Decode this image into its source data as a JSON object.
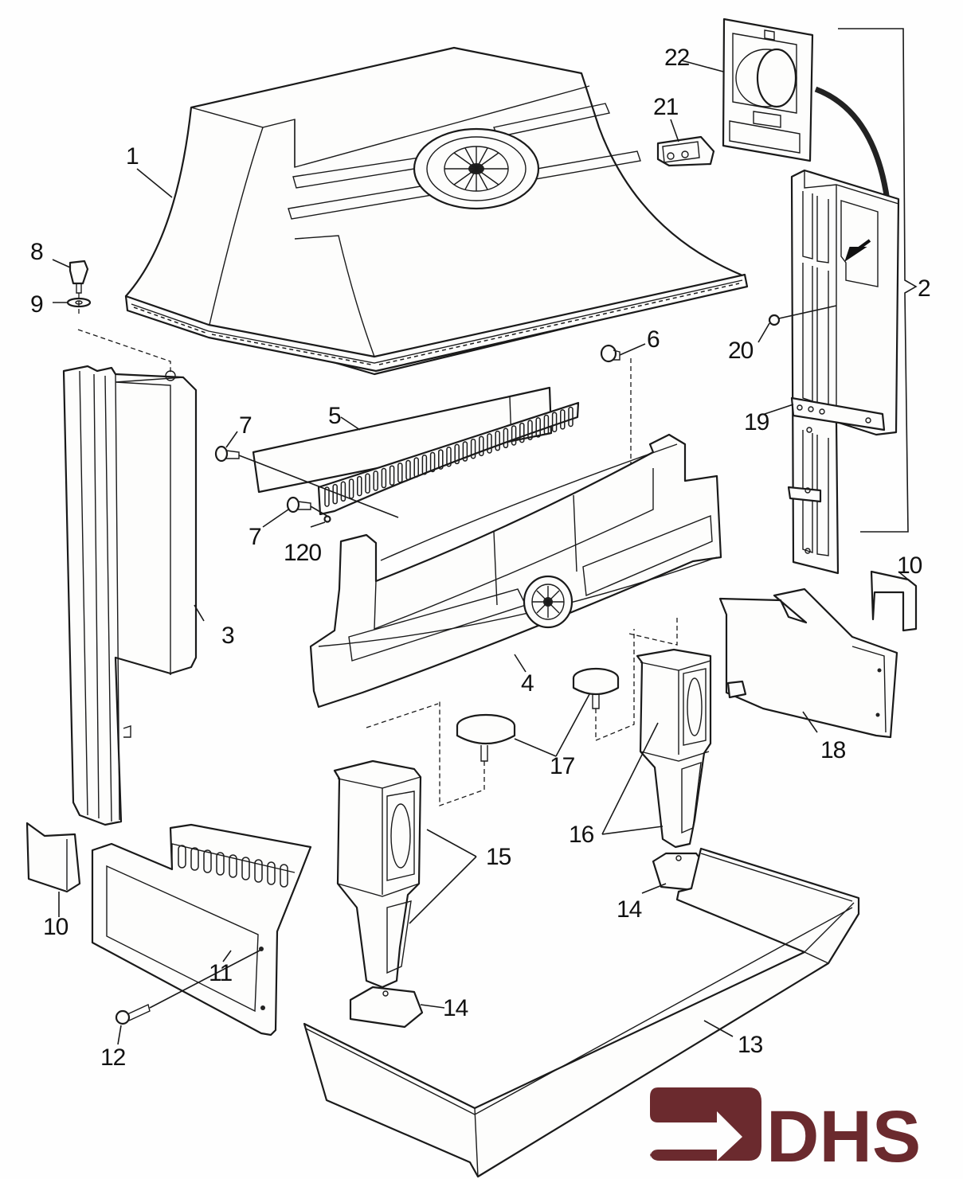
{
  "diagram": {
    "title": "Exploded parts diagram — electric fire surround assembly",
    "logo": {
      "text": "DHS",
      "color": "#6b2a2e",
      "icon": "arrow-right-icon"
    },
    "line_color": "#1a1a1a",
    "background_color": "#fefefe",
    "callouts": [
      {
        "id": "1",
        "part": "canopy-hood"
      },
      {
        "id": "2",
        "part": "control-housing-assembly"
      },
      {
        "id": "3",
        "part": "side-panel"
      },
      {
        "id": "4",
        "part": "front-fret"
      },
      {
        "id": "5",
        "part": "louvred-baffle"
      },
      {
        "id": "6",
        "part": "knob"
      },
      {
        "id": "7",
        "part": "screw"
      },
      {
        "id": "7b",
        "label": "7",
        "part": "screw"
      },
      {
        "id": "8",
        "part": "bolt"
      },
      {
        "id": "9",
        "part": "washer"
      },
      {
        "id": "10",
        "part": "clip-left"
      },
      {
        "id": "10b",
        "label": "10",
        "part": "clip-right"
      },
      {
        "id": "11",
        "part": "side-bracket"
      },
      {
        "id": "12",
        "part": "self-tapping-screw"
      },
      {
        "id": "13",
        "part": "hearth-tray"
      },
      {
        "id": "14",
        "part": "leg-foot-left"
      },
      {
        "id": "14b",
        "label": "14",
        "part": "leg-foot-right"
      },
      {
        "id": "15",
        "part": "leg-left"
      },
      {
        "id": "16",
        "part": "leg-right"
      },
      {
        "id": "17",
        "part": "leg-top-knob"
      },
      {
        "id": "18",
        "part": "rear-bracket"
      },
      {
        "id": "19",
        "part": "mounting-bracket"
      },
      {
        "id": "20",
        "part": "star-washer"
      },
      {
        "id": "21",
        "part": "rocker-switch"
      },
      {
        "id": "22",
        "part": "control-panel"
      },
      {
        "id": "120",
        "part": "nut"
      }
    ],
    "labels": {
      "c1": "1",
      "c2": "2",
      "c3": "3",
      "c4": "4",
      "c5": "5",
      "c6": "6",
      "c7a": "7",
      "c7b": "7",
      "c8": "8",
      "c9": "9",
      "c10a": "10",
      "c10b": "10",
      "c11": "11",
      "c12": "12",
      "c13": "13",
      "c14a": "14",
      "c14b": "14",
      "c15": "15",
      "c16": "16",
      "c17": "17",
      "c18": "18",
      "c19": "19",
      "c20": "20",
      "c21": "21",
      "c22": "22",
      "c120": "120"
    }
  }
}
